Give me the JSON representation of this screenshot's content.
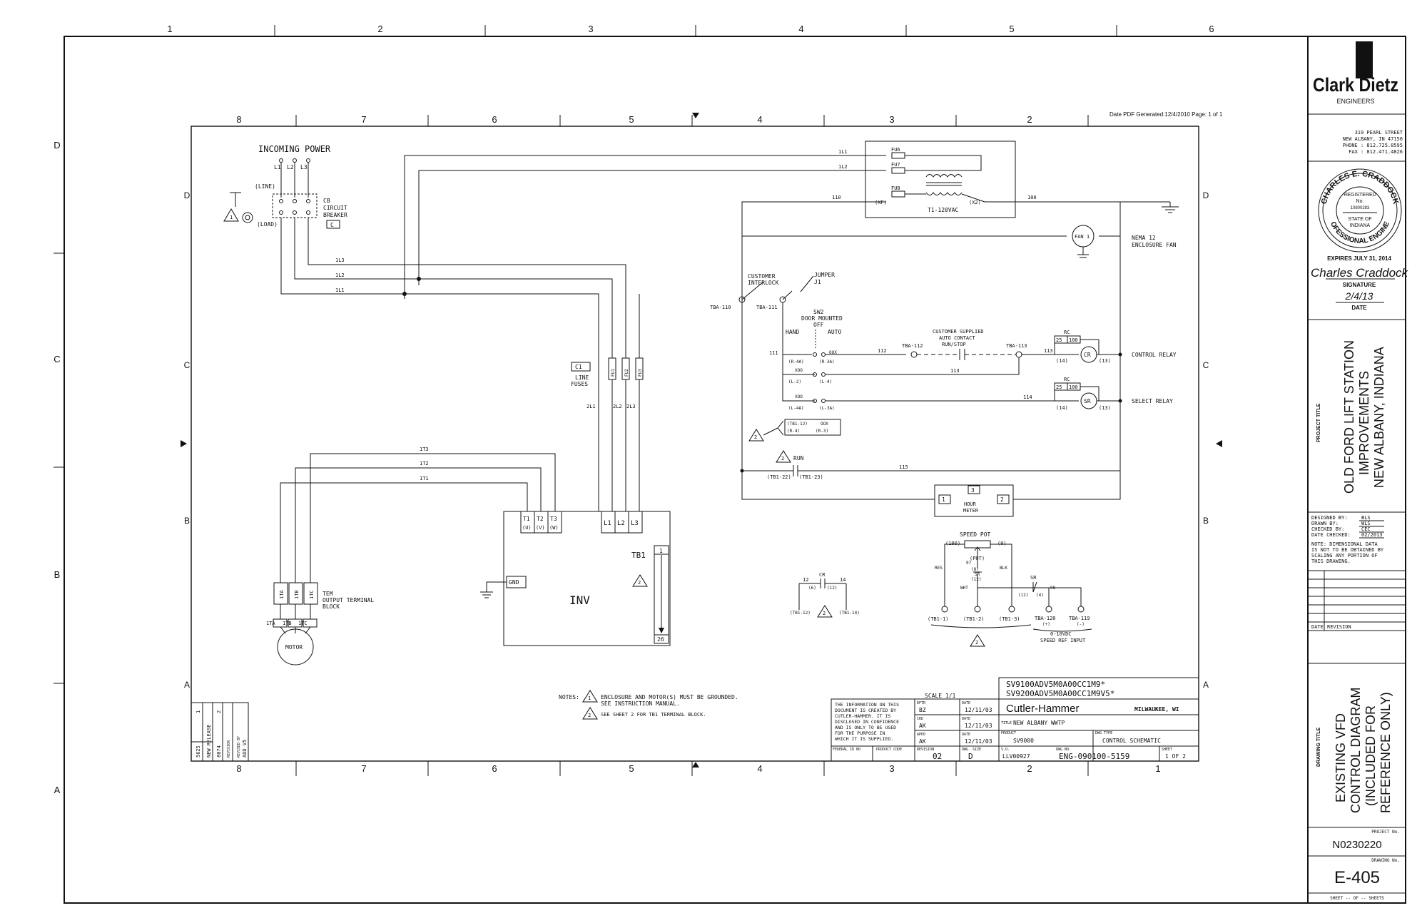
{
  "outer_border": {
    "top_cols": [
      "1",
      "2",
      "3",
      "4",
      "5",
      "6"
    ],
    "side_rows": [
      "D",
      "C",
      "B",
      "A"
    ]
  },
  "inner_border": {
    "cols": [
      "8",
      "7",
      "6",
      "5",
      "4",
      "3",
      "2",
      "1"
    ],
    "rows": [
      "D",
      "C",
      "B",
      "A"
    ],
    "pdf_note": "Date PDF Generated:12/4/2010  Page: 1 of 1"
  },
  "title_block": {
    "firm_name": "Clark Dietz",
    "firm_sub": "ENGINEERS",
    "address": [
      "319 PEARL STREET",
      "NEW ALBANY, IN  47150",
      "PHONE : 812.725.8595",
      "FAX : 812.471.4826"
    ],
    "seal": {
      "name": "CHARLES E. CRADDOCK",
      "registered": "REGISTERED",
      "no_label": "No.",
      "number": "10800283",
      "state_of": "STATE OF",
      "state": "INDIANA",
      "professional": "PROFESSIONAL ENGINEER"
    },
    "expires": "EXPIRES JULY 31, 2014",
    "signature_label": "SIGNATURE",
    "signature_text": "Charles Craddock",
    "date_handwritten": "2/4/13",
    "date_label": "DATE",
    "project_title_label": "PROJECT TITLE",
    "project_title": [
      "OLD FORD LIFT STATION",
      "IMPROVEMENTS",
      "NEW ALBANY, INDIANA"
    ],
    "designed_by_label": "DESIGNED BY:",
    "designed_by": "BLS",
    "drawn_by_label": "DRAWN BY:",
    "drawn_by": "WLS",
    "checked_by_label": "CHECKED BY:",
    "checked_by": "CEC",
    "date_checked_label": "DATE CHECKED:",
    "date_checked": "02/2013",
    "note": [
      "NOTE: DIMENSIONAL DATA",
      "IS NOT TO BE OBTAINED BY",
      "SCALING ANY PORTION OF",
      "THIS DRAWING."
    ],
    "rev_date_label": "DATE",
    "rev_label": "REVISION",
    "drawing_title_label": "DRAWING TITLE",
    "drawing_title": [
      "EXISTING VFD",
      "CONTROL DIAGRAM",
      "(INCLUDED FOR",
      "REFERENCE ONLY)"
    ],
    "project_no_label": "PROJECT No.",
    "project_no": "N0230220",
    "drawing_no_label": "DRAWING No.",
    "drawing_no": "E-405",
    "sheet_label": "SHEET -- OF -- SHEETS"
  },
  "schematic": {
    "incoming_power": "INCOMING POWER",
    "phase_labels": [
      "L1",
      "L2",
      "L3"
    ],
    "line": "(LINE)",
    "load": "(LOAD)",
    "cb": [
      "CB",
      "CIRCUIT",
      "BREAKER"
    ],
    "cb_tag": "C",
    "wires_top": [
      "1L1",
      "1L2",
      "110",
      "100"
    ],
    "fuses": [
      "FU6",
      "FU7",
      "FU8"
    ],
    "transformer": "T1-120VAC",
    "xf": "(XF)",
    "x2": "(X2)",
    "wires_mid": [
      "1L3",
      "1L2",
      "1L1"
    ],
    "line_fuses": [
      "LINE",
      "FUSES"
    ],
    "c1_tag": "C1",
    "fuse_labels": [
      "FU1",
      "FU2",
      "FU3"
    ],
    "wires_2l": [
      "2L1",
      "2L2",
      "2L3"
    ],
    "fan": "FAN 1",
    "nema": [
      "NEMA 12",
      "ENCLOSURE FAN"
    ],
    "interlock": [
      "CUSTOMER",
      "INTERLOCK"
    ],
    "jumper": [
      "JUMPER",
      "J1"
    ],
    "tba110": "TBA-110",
    "tba111": "TBA-111",
    "sw2": [
      "SW2",
      "DOOR MOUNTED",
      "OFF"
    ],
    "hand": "HAND",
    "auto": "AUTO",
    "w111": "111",
    "w112": "112",
    "w113": "113",
    "w114": "114",
    "w115": "115",
    "xoo": "XOO",
    "oox": "OOX",
    "contact_labels": [
      "(R-4A)",
      "(R-3A)",
      "(L-2)",
      "(L-4)",
      "(L-4A)",
      "(L-3A)"
    ],
    "tba112": "TBA-112",
    "tba113": "TBA-113",
    "auto_contact": [
      "CUSTOMER SUPPLIED",
      "AUTO CONTACT",
      "RUN/STOP"
    ],
    "rc": "RC",
    "rc_vals": [
      "25",
      "100"
    ],
    "cr": "CR",
    "sr": "SR",
    "p14": "(14)",
    "p13": "(13)",
    "control_relay": "CONTROL RELAY",
    "select_relay": "SELECT RELAY",
    "tb1_labels": [
      "(TB1-12)",
      "(TB1-14)",
      "(R-4)",
      "(R-3)"
    ],
    "run": "RUN",
    "tb1_22": "(TB1-22)",
    "tb1_23": "(TB1-23)",
    "hour_meter": [
      "HOUR",
      "METER"
    ],
    "hm_pins": [
      "1",
      "2",
      "3"
    ],
    "output_wires": [
      "1T3",
      "1T2",
      "1T1"
    ],
    "inv_terms": [
      "T1",
      "T2",
      "T3",
      "L1",
      "L2",
      "L3"
    ],
    "inv_uvw": [
      "(U)",
      "(V)",
      "(W)"
    ],
    "tb1": "TB1",
    "tb1_pins": [
      "1",
      "26"
    ],
    "gnd": "GND",
    "inv": "INV",
    "tem_terms": [
      "1TA",
      "1TB",
      "1TC"
    ],
    "tem": [
      "TEM",
      "OUTPUT TERMINAL",
      "BLOCK"
    ],
    "motor": "MOTOR",
    "cr_contact": [
      "12",
      "CR",
      "14",
      "(6)",
      "(12)",
      "(TB1-12)",
      "(TB1-14)"
    ],
    "speed_pot": "SPEED POT",
    "pot": "(POT)",
    "p100": "(100)",
    "p0": "(0)",
    "res": "RES",
    "blk": "BLK",
    "wht": "WHT",
    "n97": "97",
    "n98": "98",
    "spd_sr": "SR",
    "spd_sr2": "SR",
    "p12": "(12)",
    "p4": "(4)",
    "p8": "(8)",
    "tb1_terms": [
      "(TB1-1)",
      "(TB1-2)",
      "(TB1-3)"
    ],
    "tba_terms": [
      "TBA-120",
      "TBA-119"
    ],
    "plus": "(+)",
    "minus": "(-)",
    "speed_ref": [
      "0-10VDC",
      "SPEED REF INPUT"
    ],
    "notes_label": "NOTES:",
    "note1": [
      "ENCLOSURE AND MOTOR(S) MUST BE GROUNDED.",
      "SEE INSTRUCTION MANUAL."
    ],
    "note2": "SEE SHEET 2 FOR TB1 TERMINAL BLOCK.",
    "rev_block": [
      "5625",
      "1",
      "NEW RELEASE",
      "8074",
      "2",
      "ADD V5"
    ],
    "rev_block_heads": [
      "REVISION",
      "REVISED BY"
    ],
    "model1": "SV9100ADV5M0A00CC1M9*",
    "model2": "SV9200ADV5M0A00CC1M9V5*",
    "scale": "SCALE 1/1",
    "disclaimer": [
      "THE INFORMATION ON THIS",
      "DOCUMENT IS CREATED BY",
      "CUTLER-HAMMER. IT IS",
      "DISCLOSED IN CONFIDENCE",
      "AND IS ONLY TO BE USED",
      "FOR THE PURPOSE IN",
      "WHICH IT IS SUPPLIED."
    ],
    "dftr_label": "DFTR",
    "dftr": "BZ",
    "date_label": "DATE",
    "date1": "12/11/03",
    "ckd_label": "CKD",
    "ckd": "AK",
    "date2": "12/11/03",
    "appd_label": "APPD",
    "appd": "AK",
    "date3": "12/11/03",
    "company": "Cutler-Hammer",
    "city": "MILWAUKEE, WI",
    "title_label": "TITLE",
    "title": "NEW ALBANY WWTP",
    "product_label": "PRODUCT",
    "product": "SV9000",
    "dwg_type_label": "DWG TYPE",
    "dwg_type": "CONTROL SCHEMATIC",
    "federal": "FEDERAL ID NO",
    "product_code": "PRODUCT CODE",
    "revision_label": "REVISION",
    "revision": "02",
    "dwg_size_label": "DWG. SIZE",
    "dwg_size": "D",
    "so_label": "S.O.",
    "so": "LLV00927",
    "dwg_no_label": "DWG NO.",
    "dwg_no": "ENG-090100-5159",
    "sheet_label": "SHEET",
    "sheet": "1 OF 2"
  }
}
